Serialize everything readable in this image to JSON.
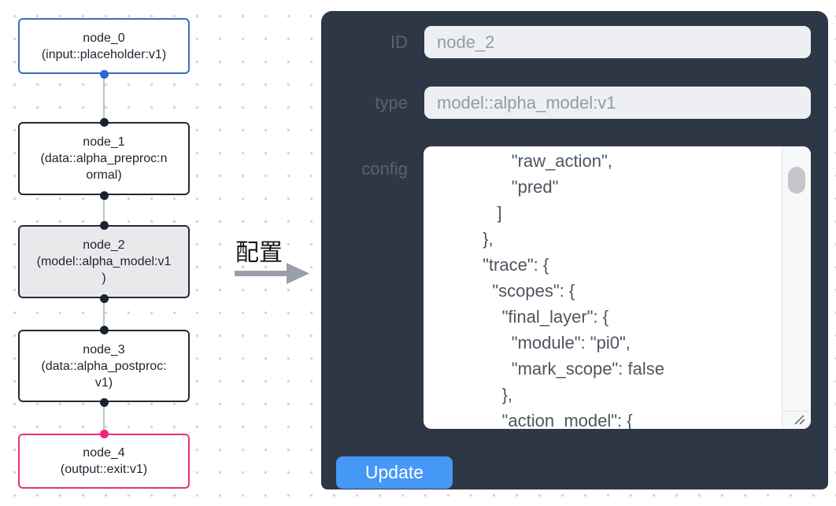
{
  "canvas": {
    "nodes": [
      {
        "title": "node_0",
        "subtitle": "(input::placeholder:v1)"
      },
      {
        "title": "node_1",
        "subtitle": "(data::alpha_preproc:n\normal)"
      },
      {
        "title": "node_2",
        "subtitle": "(model::alpha_model:v1\n)"
      },
      {
        "title": "node_3",
        "subtitle": "(data::alpha_postproc:\nv1)"
      },
      {
        "title": "node_4",
        "subtitle": "(output::exit:v1)"
      }
    ]
  },
  "annotation": {
    "label": "配置"
  },
  "panel": {
    "id_field": {
      "label": "ID",
      "value": "node_2"
    },
    "type_field": {
      "label": "type",
      "value": "model::alpha_model:v1"
    },
    "config_field": {
      "label": "config",
      "value": "                \"raw_action\",\n                \"pred\"\n             ]\n          },\n          \"trace\": {\n            \"scopes\": {\n              \"final_layer\": {\n                \"module\": \"pi0\",\n                \"mark_scope\": false\n              },\n              \"action_model\": {"
    },
    "update_label": "Update"
  },
  "colors": {
    "canvas_dot": "#d3d5d9",
    "edge": "#c0c2c6",
    "node_border": "#222b39",
    "node_input_border": "#3d6bc6",
    "node_output_border": "#ee2f7b",
    "node_selected_bg": "#e9e9ec",
    "port": "#1a2232",
    "port_input": "#2f62d8",
    "port_output": "#f02578",
    "panel_bg": "#2d3745",
    "panel_label": "#59626f",
    "field_bg": "#edeff3",
    "field_text": "#949ba5",
    "config_bg": "#ffffff",
    "config_text": "#4d555f",
    "button_bg": "#4598f6",
    "button_text": "#ffffff",
    "annotation_text": "#15181d",
    "arrow": "#9aa0a8"
  }
}
